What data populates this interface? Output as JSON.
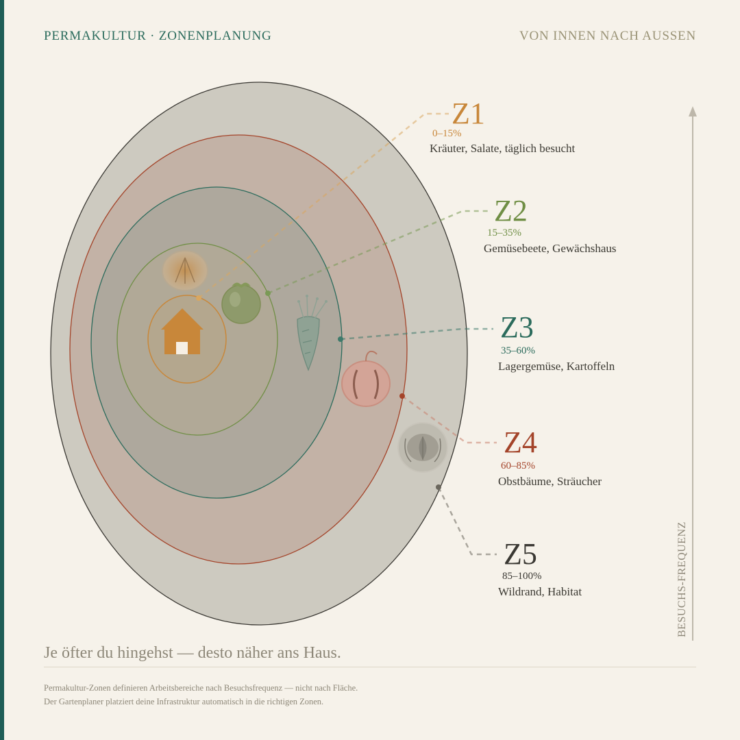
{
  "header": {
    "title": "PERMAKULTUR · ZONENPLANUNG",
    "subtitle": "VON INNEN NACH AUSSEN"
  },
  "axis": {
    "label": "BESUCHS-FREQUENZ"
  },
  "zones": [
    {
      "code": "Z1",
      "range": "0–15%",
      "description": "Kräuter, Salate, täglich besucht",
      "color": "#c8873a",
      "icon": "house-icon"
    },
    {
      "code": "Z2",
      "range": "15–35%",
      "description": "Gemüsebeete, Gewächshaus",
      "color": "#6f8e44",
      "icon": "tomato-icon"
    },
    {
      "code": "Z3",
      "range": "35–60%",
      "description": "Lagergemüse, Kartoffeln",
      "color": "#2b6b5c",
      "icon": "carrot-icon"
    },
    {
      "code": "Z4",
      "range": "60–85%",
      "description": "Obstbäume, Sträucher",
      "color": "#a4442a",
      "icon": "pumpkin-icon"
    },
    {
      "code": "Z5",
      "range": "85–100%",
      "description": "Wildrand, Habitat",
      "color": "#3a3833",
      "icon": "seed-icon"
    }
  ],
  "tagline": "Je öfter du hingehst — desto näher ans Haus.",
  "footnotes": [
    "Permakultur-Zonen definieren Arbeitsbereiche nach Besuchsfrequenz — nicht nach Fläche.",
    "Der Gartenplaner platziert deine Infrastruktur automatisch in die richtigen Zonen."
  ],
  "colors": {
    "accent": "#1f5e57",
    "background": "#f6f2ea"
  }
}
